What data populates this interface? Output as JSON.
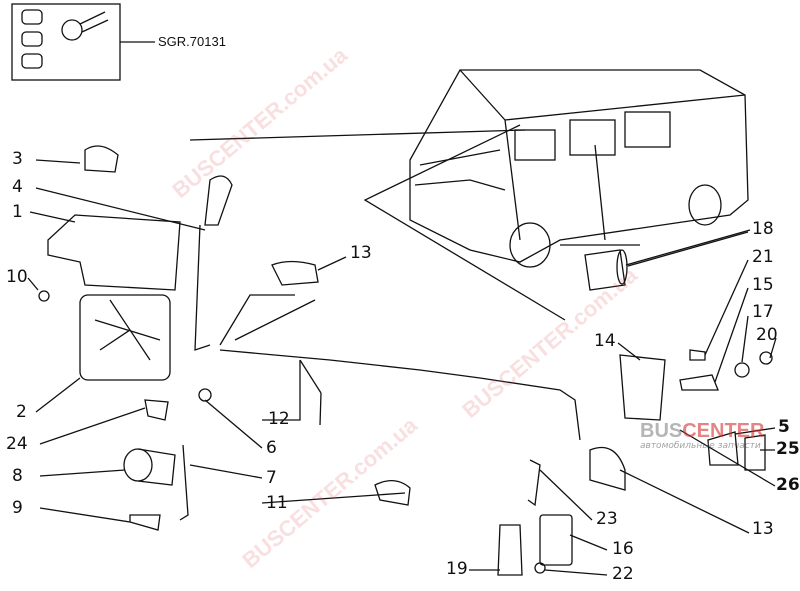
{
  "diagram": {
    "reference_code": "SGR.70131",
    "part_labels": [
      "3",
      "4",
      "1",
      "10",
      "2",
      "24",
      "8",
      "9",
      "13",
      "12",
      "6",
      "7",
      "11",
      "18",
      "21",
      "15",
      "17",
      "20",
      "14",
      "5",
      "25",
      "26",
      "13",
      "23",
      "16",
      "19",
      "22"
    ]
  },
  "watermark": {
    "text": "BUSCENTER.com.ua"
  },
  "logo": {
    "brand_a": "BUS",
    "brand_b": "CENTER",
    "subtitle": "автомобильные запчасти"
  },
  "colors": {
    "line": "#111111",
    "watermark": "#dc5050"
  }
}
